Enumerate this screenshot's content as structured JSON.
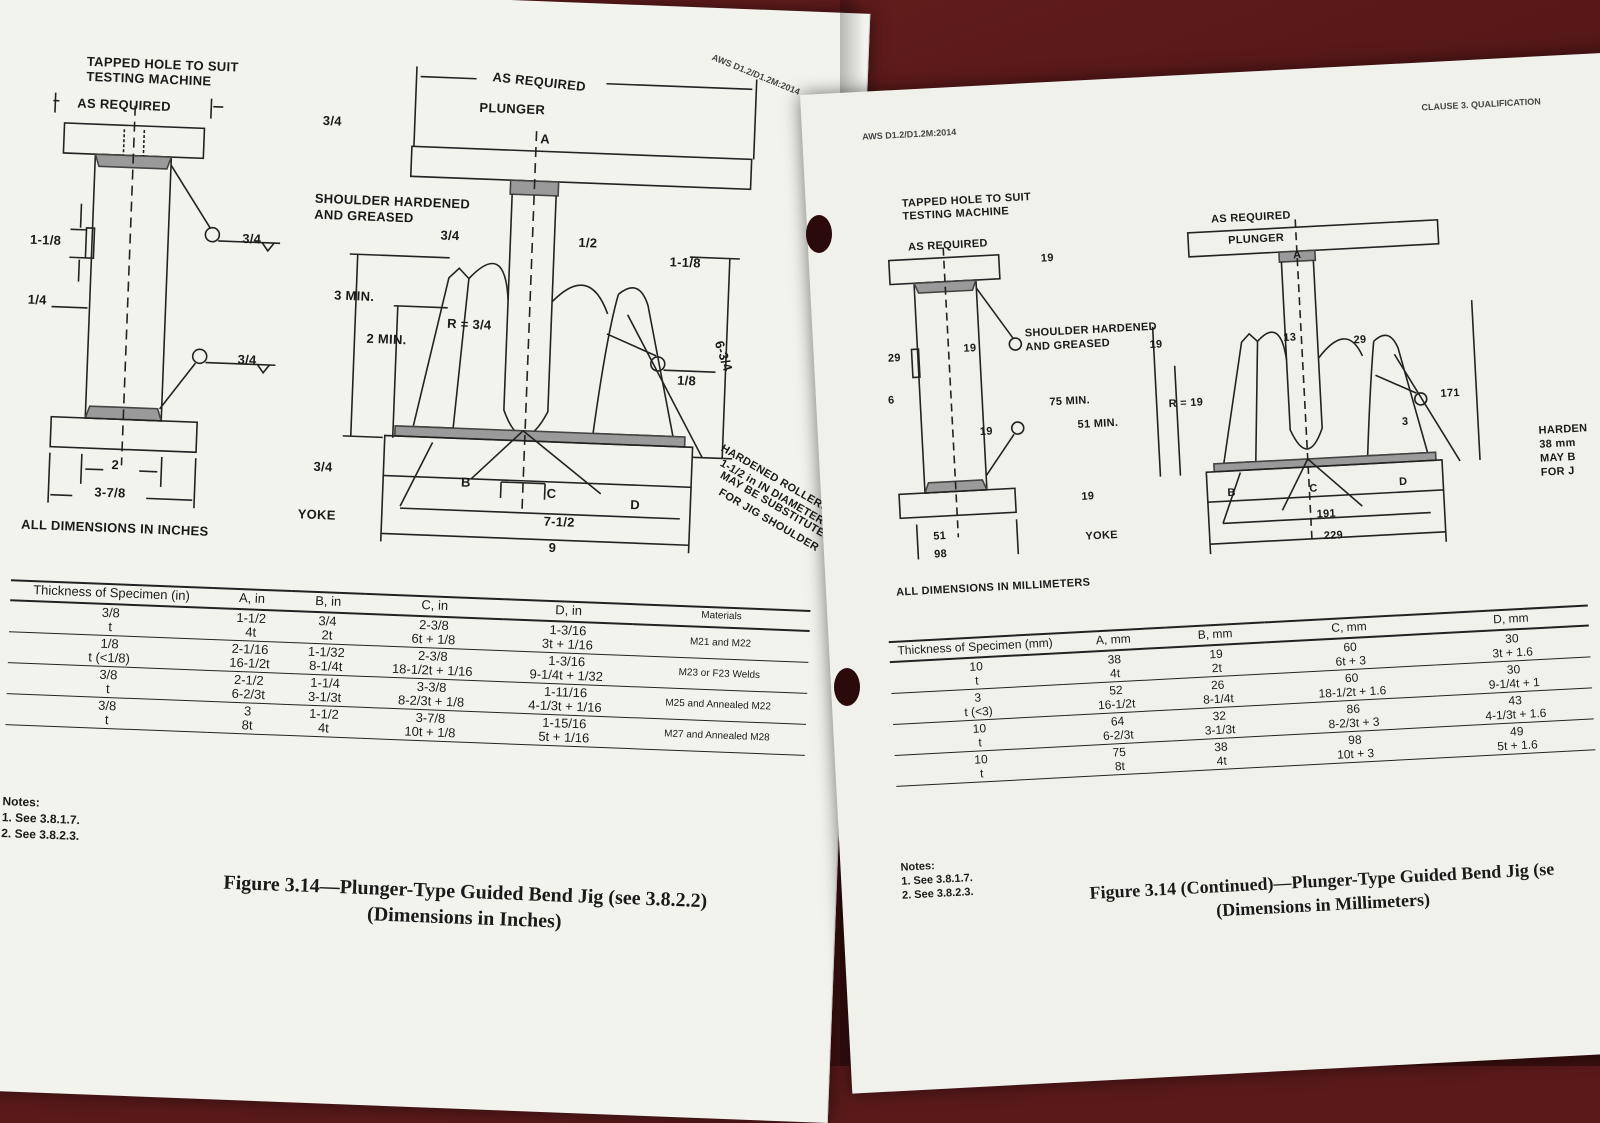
{
  "left": {
    "labels": {
      "tapped_hole": "TAPPED HOLE TO SUIT",
      "testing_machine": "TESTING MACHINE",
      "as_required_side": "AS REQUIRED",
      "as_required_top": "AS REQUIRED",
      "plunger": "PLUNGER",
      "a": "A",
      "shoulder1": "SHOULDER HARDENED",
      "shoulder2": "AND GREASED",
      "r": "R = 3/4",
      "three_min": "3 MIN.",
      "two_min": "2 MIN.",
      "dim_3_4_top": "3/4",
      "dim_3_4_a": "3/4",
      "dim_3_4_b": "3/4",
      "dim_3_4_c": "3/4",
      "dim_3_4_base": "3/4",
      "dim_1_2": "1/2",
      "dim_1_1_8_r": "1-1/8",
      "dim_6_3_4": "6-3/4",
      "dim_1_8": "1/8",
      "dim_1_1_8": "1-1/8",
      "dim_1_4": "1/4",
      "dim_2": "2",
      "dim_3_7_8": "3-7/8",
      "b": "B",
      "c": "C",
      "d": "D",
      "dim_7_1_2": "7-1/2",
      "dim_9": "9",
      "yoke": "YOKE",
      "hardened1": "HARDENED ROLLERS",
      "hardened2": "1-1/2 in IN DIAMETER",
      "hardened3": "MAY BE SUBSTITUTED",
      "hardened4": "FOR JIG SHOULDER",
      "all_dims": "ALL DIMENSIONS IN INCHES",
      "header": "AWS D1.2/D1.2M:2014"
    },
    "table": {
      "headers": [
        "Thickness of Specimen (in)",
        "A, in",
        "B, in",
        "C, in",
        "D, in",
        "Materials"
      ],
      "rows": [
        {
          "t1": "3/8",
          "t2": "t",
          "a1": "1-1/2",
          "a2": "4t",
          "b1": "3/4",
          "b2": "2t",
          "c1": "2-3/8",
          "c2": "6t + 1/8",
          "d1": "1-3/16",
          "d2": "3t + 1/16",
          "m": "M21 and M22"
        },
        {
          "t1": "1/8",
          "t2": "t (<1/8)",
          "a1": "2-1/16",
          "a2": "16-1/2t",
          "b1": "1-1/32",
          "b2": "8-1/4t",
          "c1": "2-3/8",
          "c2": "18-1/2t + 1/16",
          "d1": "1-3/16",
          "d2": "9-1/4t + 1/32",
          "m": "M23 or F23 Welds"
        },
        {
          "t1": "3/8",
          "t2": "t",
          "a1": "2-1/2",
          "a2": "6-2/3t",
          "b1": "1-1/4",
          "b2": "3-1/3t",
          "c1": "3-3/8",
          "c2": "8-2/3t + 1/8",
          "d1": "1-11/16",
          "d2": "4-1/3t + 1/16",
          "m": "M25 and Annealed M22"
        },
        {
          "t1": "3/8",
          "t2": "t",
          "a1": "3",
          "a2": "8t",
          "b1": "1-1/2",
          "b2": "4t",
          "c1": "3-7/8",
          "c2": "10t + 1/8",
          "d1": "1-15/16",
          "d2": "5t + 1/16",
          "m": "M27 and Annealed M28"
        }
      ]
    },
    "notes_title": "Notes:",
    "notes": [
      "1.  See 3.8.1.7.",
      "2.  See 3.8.2.3."
    ],
    "caption1": "Figure 3.14—Plunger-Type Guided Bend Jig (see 3.8.2.2)",
    "caption2": "(Dimensions in Inches)"
  },
  "right": {
    "labels": {
      "header_left": "AWS D1.2/D1.2M:2014",
      "header_right": "CLAUSE 3. QUALIFICATION",
      "tapped_hole": "TAPPED HOLE TO SUIT",
      "testing_machine": "TESTING MACHINE",
      "as_required_side": "AS REQUIRED",
      "as_required_top": "AS REQUIRED",
      "plunger": "PLUNGER",
      "a": "A",
      "shoulder1": "SHOULDER HARDENED",
      "shoulder2": "AND GREASED",
      "dim_19_top": "19",
      "dim_19_a": "19",
      "dim_19_b": "19",
      "dim_19_c": "19",
      "dim_19_base": "19",
      "dim_13": "13",
      "dim_29_r": "29",
      "r": "R = 19",
      "seventy_five": "75 MIN.",
      "fifty_one": "51 MIN.",
      "dim_171": "171",
      "dim_3": "3",
      "dim_29": "29",
      "dim_6": "6",
      "dim_51": "51",
      "dim_98": "98",
      "b": "B",
      "c": "C",
      "d": "D",
      "dim_191": "191",
      "dim_229": "229",
      "yoke": "YOKE",
      "hardened1": "HARDEN",
      "hardened2": "38 mm",
      "hardened3": "MAY B",
      "hardened4": "FOR J",
      "all_dims": "ALL DIMENSIONS IN MILLIMETERS"
    },
    "table": {
      "headers": [
        "Thickness of Specimen (mm)",
        "A, mm",
        "B, mm",
        "C, mm",
        "D, mm"
      ],
      "rows": [
        {
          "t1": "10",
          "t2": "t",
          "a1": "38",
          "a2": "4t",
          "b1": "19",
          "b2": "2t",
          "c1": "60",
          "c2": "6t + 3",
          "d1": "30",
          "d2": "3t + 1.6"
        },
        {
          "t1": "3",
          "t2": "t (<3)",
          "a1": "52",
          "a2": "16-1/2t",
          "b1": "26",
          "b2": "8-1/4t",
          "c1": "60",
          "c2": "18-1/2t + 1.6",
          "d1": "30",
          "d2": "9-1/4t + 1"
        },
        {
          "t1": "10",
          "t2": "t",
          "a1": "64",
          "a2": "6-2/3t",
          "b1": "32",
          "b2": "3-1/3t",
          "c1": "86",
          "c2": "8-2/3t + 3",
          "d1": "43",
          "d2": "4-1/3t + 1.6"
        },
        {
          "t1": "10",
          "t2": "t",
          "a1": "75",
          "a2": "8t",
          "b1": "38",
          "b2": "4t",
          "c1": "98",
          "c2": "10t + 3",
          "d1": "49",
          "d2": "5t + 1.6"
        }
      ]
    },
    "notes_title": "Notes:",
    "notes": [
      "1.  See 3.8.1.7.",
      "2.  See 3.8.2.3."
    ],
    "caption1": "Figure 3.14 (Continued)—Plunger-Type Guided Bend Jig (se",
    "caption2": "(Dimensions in Millimeters)"
  }
}
